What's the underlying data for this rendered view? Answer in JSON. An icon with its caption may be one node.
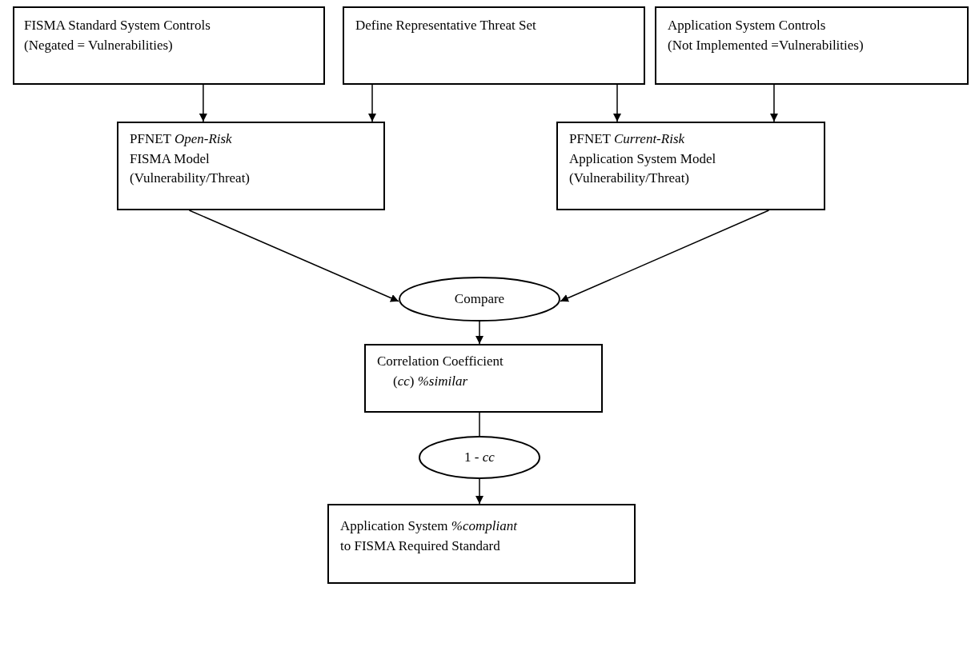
{
  "diagram": {
    "nodes": [
      {
        "text": [
          "FISMA Standard System Controls",
          "(Negated = Vulnerabilities)"
        ]
      },
      {
        "text": [
          "Define Representative Threat Set"
        ]
      },
      {
        "text": [
          "Application System Controls",
          "(Not Implemented =Vulnerabilities)"
        ]
      },
      {
        "text": [
          "PFNET *Open-Risk* FISMA Model",
          "(Vulnerability/Threat)"
        ]
      },
      {
        "text": [
          "PFNET *Current-Risk* Application System Model",
          "(Vulnerability/Threat)"
        ]
      },
      {
        "text": [
          "Compare"
        ]
      },
      {
        "text": [
          "Correlation Coefficient",
          "(*cc*) *%similar*"
        ]
      },
      {
        "text": [
          "1 - *cc*"
        ]
      },
      {
        "text": [
          "Application System *%compliant* to FISMA Required Standard"
        ]
      }
    ],
    "edges": [
      {
        "from": 0,
        "to": 3,
        "arrow": "to"
      },
      {
        "from": 1,
        "to": 3,
        "arrow": "to"
      },
      {
        "from": 1,
        "to": 4,
        "arrow": "to"
      },
      {
        "from": 2,
        "to": 4,
        "arrow": "to"
      },
      {
        "from": 3,
        "to": 5,
        "arrow": "to"
      },
      {
        "from": 4,
        "to": 5,
        "arrow": "to"
      },
      {
        "from": 5,
        "to": 6,
        "arrow": "to"
      },
      {
        "from": 6,
        "to": 7,
        "arrow": "none"
      },
      {
        "from": 7,
        "to": 8,
        "arrow": "to"
      }
    ]
  }
}
